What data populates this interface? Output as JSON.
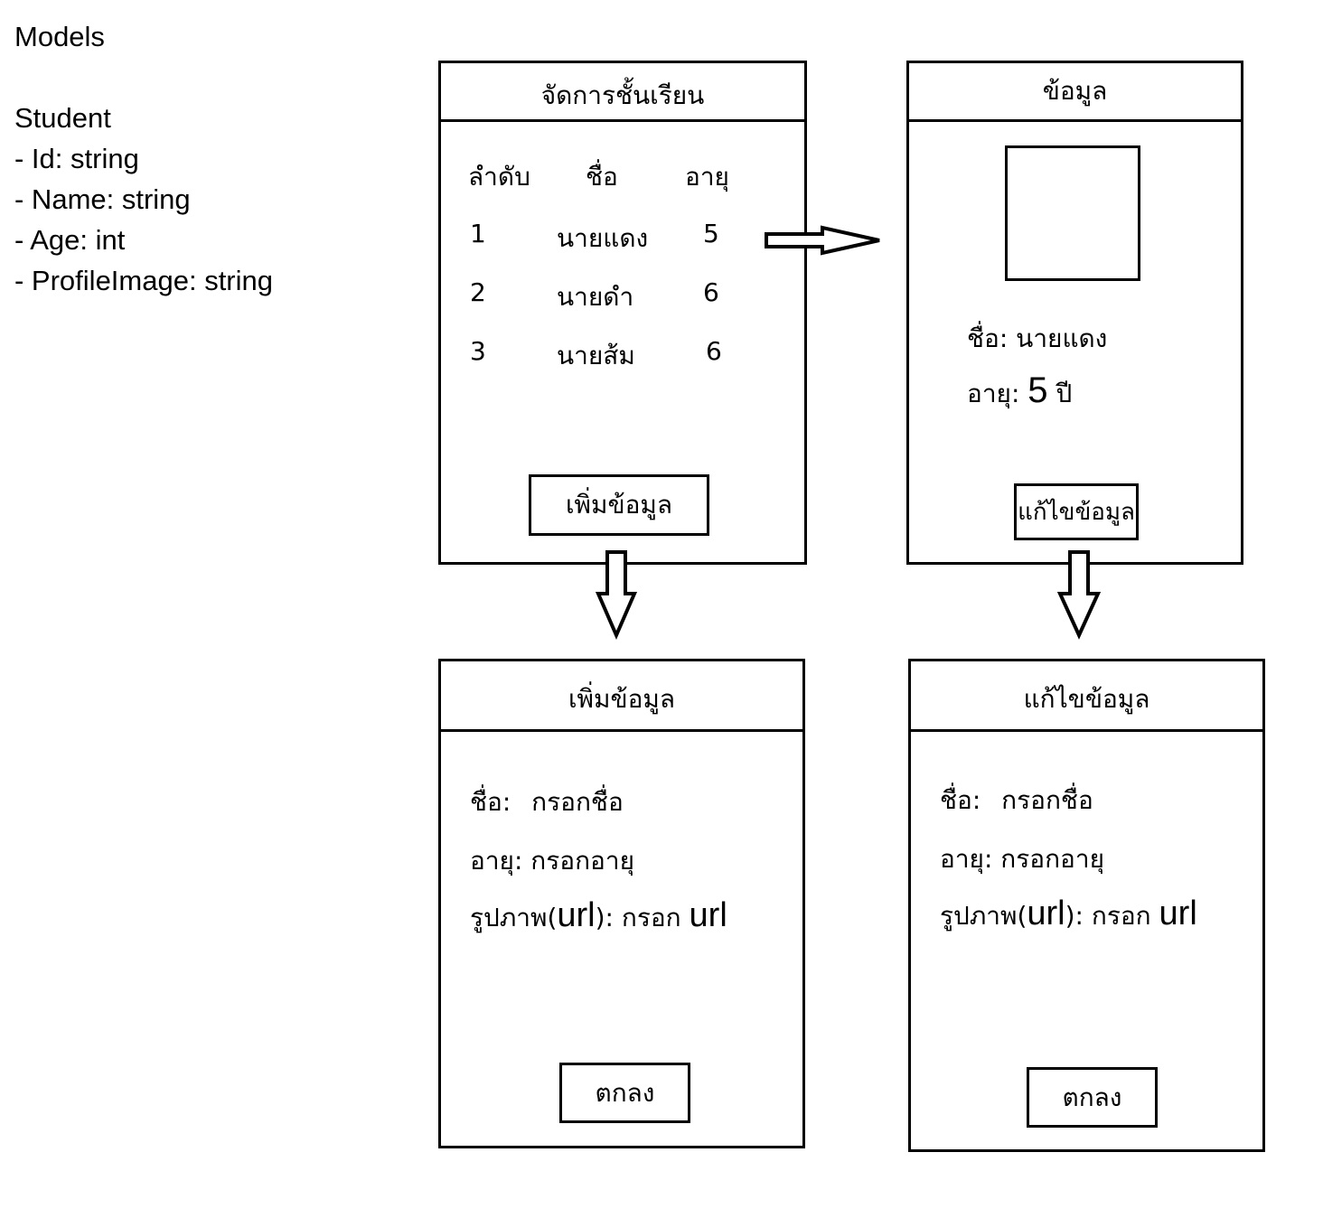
{
  "models": {
    "heading": "Models",
    "entity": "Student",
    "fields": [
      "- Id: string",
      "- Name: string",
      "- Age: int",
      "- ProfileImage: string"
    ]
  },
  "list_screen": {
    "title": "จัดการชั้นเรียน",
    "columns": [
      "ลำดับ",
      "ชื่อ",
      "อายุ"
    ],
    "rows": [
      {
        "no": "1",
        "name": "นายแดง",
        "age": "5"
      },
      {
        "no": "2",
        "name": "นายดำ",
        "age": "6"
      },
      {
        "no": "3",
        "name": "นายส้ม",
        "age": "6"
      }
    ],
    "add_button": "เพิ่มข้อมูล"
  },
  "detail_screen": {
    "title": "ข้อมูล",
    "name_label": "ชื่อ:",
    "name_value": "นายแดง",
    "age_label": "อายุ:",
    "age_value": "5",
    "age_unit": "ปี",
    "edit_button": "แก้ไขข้อมูล"
  },
  "add_screen": {
    "title": "เพิ่มข้อมูล",
    "name_label": "ชื่อ:",
    "name_placeholder": "กรอกชื่อ",
    "age_label": "อายุ:",
    "age_placeholder": "กรอกอายุ",
    "image_label_prefix": "รูปภาพ(",
    "image_label_url": "url",
    "image_label_suffix": "):",
    "image_placeholder_prefix": "กรอก",
    "image_placeholder_url": "url",
    "ok_button": "ตกลง"
  },
  "edit_screen": {
    "title": "แก้ไขข้อมูล",
    "name_label": "ชื่อ:",
    "name_placeholder": "กรอกชื่อ",
    "age_label": "อายุ:",
    "age_placeholder": "กรอกอายุ",
    "image_label_prefix": "รูปภาพ(",
    "image_label_url": "url",
    "image_label_suffix": "):",
    "image_placeholder_prefix": "กรอก",
    "image_placeholder_url": "url",
    "ok_button": "ตกลง"
  }
}
